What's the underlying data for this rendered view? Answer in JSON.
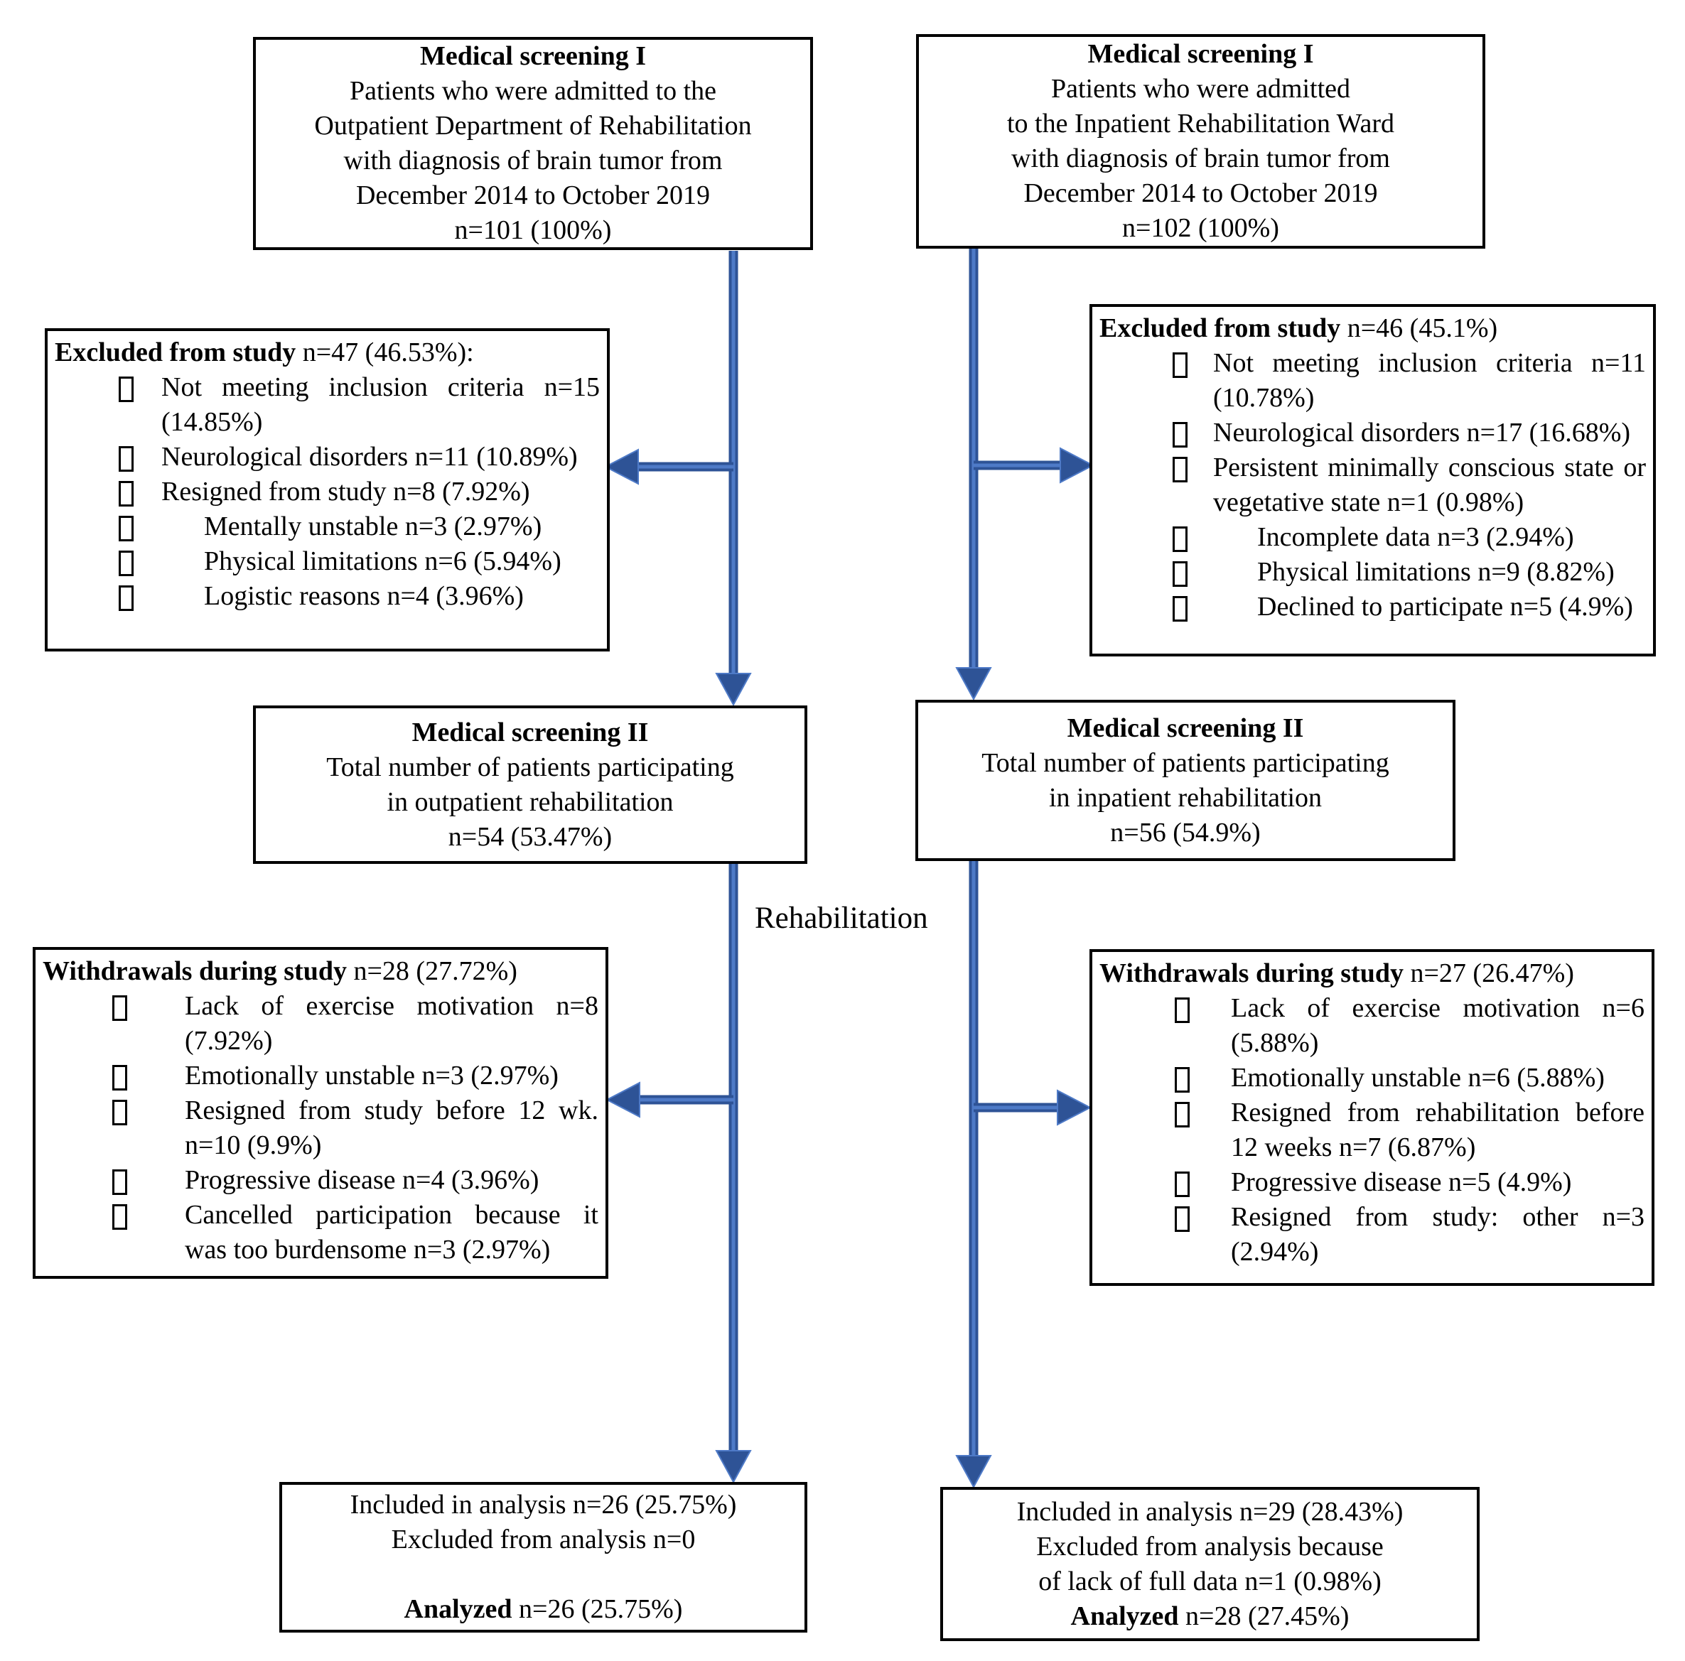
{
  "colors": {
    "arrow_dark": "#2E5396",
    "arrow_light": "#4E7AC7",
    "box_border": "#000000"
  },
  "labels": {
    "rehabilitation": "Rehabilitation"
  },
  "flow": {
    "outpatient": {
      "screening1": {
        "title": "Medical screening I",
        "lines": [
          "Patients who were admitted to the",
          "Outpatient Department of Rehabilitation",
          "with diagnosis of brain tumor from",
          "December 2014 to October 2019"
        ],
        "n": "n=101 (100%)"
      },
      "excluded": {
        "title": "Excluded from study",
        "stat": " n=47 (46.53%):",
        "items": [
          "Not meeting inclusion criteria n=15 (14.85%)",
          "Neurological disorders n=11 (10.89%)",
          "Resigned from study n=8 (7.92%)",
          "Mentally unstable n=3 (2.97%)",
          "Physical limitations n=6 (5.94%)",
          "Logistic reasons n=4 (3.96%)"
        ]
      },
      "screening2": {
        "title": "Medical screening II",
        "lines": [
          "Total number of patients participating",
          "in outpatient rehabilitation"
        ],
        "n": "n=54 (53.47%)"
      },
      "withdrawals": {
        "title": "Withdrawals during study",
        "stat": " n=28 (27.72%)",
        "items": [
          "Lack of exercise motivation n=8 (7.92%)",
          "Emotionally unstable n=3 (2.97%)",
          "Resigned from study before 12 wk. n=10  (9.9%)",
          "Progressive disease n=4 (3.96%)",
          "Cancelled participation because it was too burdensome n=3 (2.97%)"
        ]
      },
      "final": {
        "line1": "Included in analysis n=26 (25.75%)",
        "line2": "Excluded from analysis n=0",
        "analyzed_label": "Analyzed",
        "analyzed_stat": " n=26 (25.75%)"
      }
    },
    "inpatient": {
      "screening1": {
        "title": "Medical screening I",
        "lines": [
          "Patients who were admitted",
          "to the Inpatient Rehabilitation Ward",
          "with diagnosis of brain tumor from",
          "December 2014 to October 2019"
        ],
        "n": "n=102 (100%)"
      },
      "excluded": {
        "title": "Excluded from study",
        "stat": " n=46 (45.1%)",
        "items": [
          "Not meeting inclusion criteria n=11 (10.78%)",
          "Neurological disorders n=17 (16.68%)",
          "Persistent minimally conscious state or vegetative state n=1 (0.98%)",
          "Incomplete data n=3 (2.94%)",
          "Physical limitations n=9 (8.82%)",
          "Declined to participate n=5 (4.9%)"
        ]
      },
      "screening2": {
        "title": "Medical screening II",
        "lines": [
          "Total number of patients participating",
          "in inpatient rehabilitation"
        ],
        "n": "n=56 (54.9%)"
      },
      "withdrawals": {
        "title": "Withdrawals during study",
        "stat": " n=27 (26.47%)",
        "items": [
          "Lack of exercise motivation n=6 (5.88%)",
          "Emotionally unstable n=6  (5.88%)",
          "Resigned from rehabilitation before 12 weeks n=7 (6.87%)",
          "Progressive disease n=5 (4.9%)",
          "Resigned from study: other n=3 (2.94%)"
        ]
      },
      "final": {
        "line1": "Included in analysis n=29 (28.43%)",
        "line2": "Excluded from analysis because",
        "line3": "of lack of full data n=1 (0.98%)",
        "analyzed_label": "Analyzed",
        "analyzed_stat": " n=28 (27.45%)"
      }
    }
  }
}
